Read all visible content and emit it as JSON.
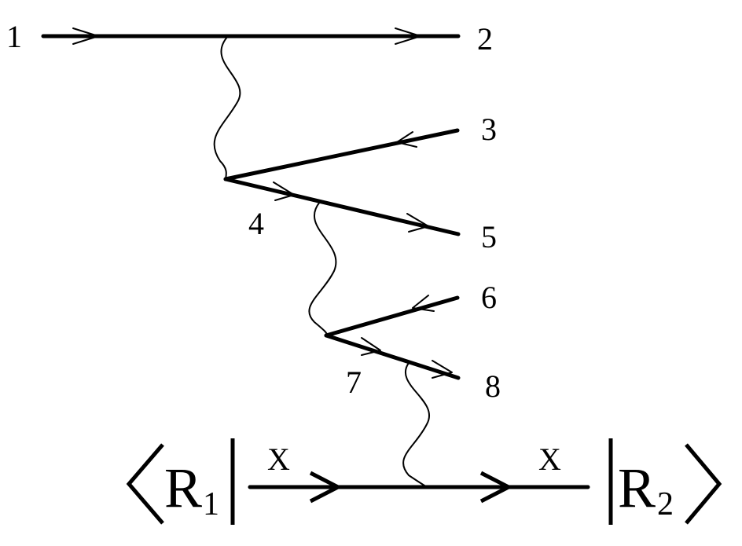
{
  "labels": {
    "n1": "1",
    "n2": "2",
    "n3": "3",
    "n4": "4",
    "n5": "5",
    "n6": "6",
    "n7": "7",
    "n8": "8"
  },
  "bra": {
    "letter": "R",
    "subscript": "1"
  },
  "ket": {
    "letter": "R",
    "subscript": "2"
  },
  "bottom_line_labels": {
    "left": "X",
    "right": "X"
  }
}
